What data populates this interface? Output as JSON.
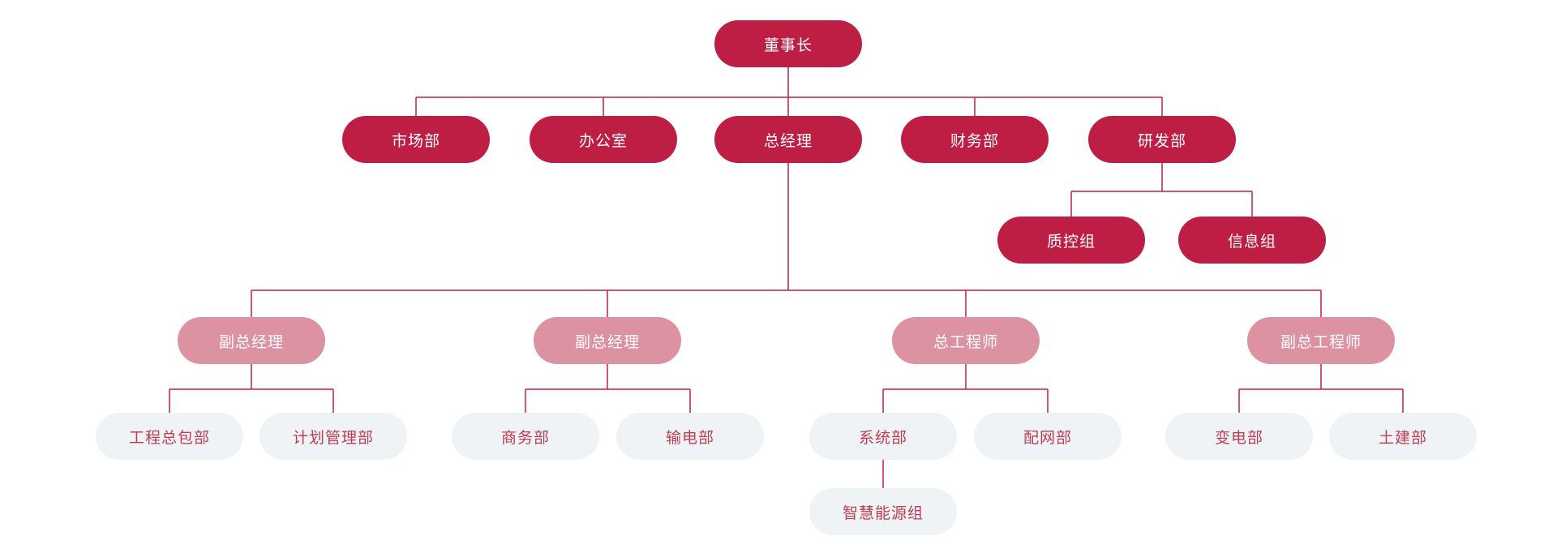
{
  "colors": {
    "primary": "#BF1E44",
    "secondary": "#DD92A2",
    "light_bg": "#EFF3F6",
    "light_text": "#C23C52",
    "line": "#C21F45",
    "background": "#FFFFFF"
  },
  "org": {
    "chairman": "董事长",
    "level2": [
      "市场部",
      "办公室",
      "总经理",
      "财务部",
      "研发部"
    ],
    "rnd_groups": [
      "质控组",
      "信息组"
    ],
    "level3": [
      "副总经理",
      "副总经理",
      "总工程师",
      "副总工程师"
    ],
    "level4": [
      [
        "工程总包部",
        "计划管理部"
      ],
      [
        "商务部",
        "输电部"
      ],
      [
        "系统部",
        "配网部"
      ],
      [
        "变电部",
        "土建部"
      ]
    ],
    "level5": [
      "智慧能源组"
    ]
  }
}
